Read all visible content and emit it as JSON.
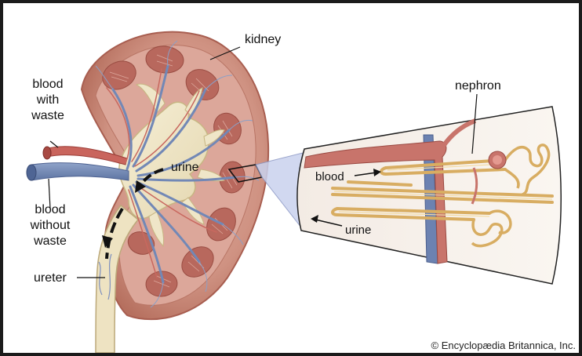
{
  "labels": {
    "kidney": "kidney",
    "blood_with_waste": "blood\nwith\nwaste",
    "blood_without_waste": "blood\nwithout\nwaste",
    "ureter": "ureter",
    "urine_kidney": "urine",
    "nephron": "nephron",
    "blood_nephron": "blood",
    "urine_nephron": "urine"
  },
  "copyright": "© Encyclopædia Britannica, Inc.",
  "colors": {
    "cortex": "#c98b7d",
    "medulla_pyramid": "#b66a5f",
    "renal_pelvis": "#efe6c8",
    "vein": "#6f86b4",
    "artery": "#c9655d",
    "nephron_tubule": "#e2b86d",
    "inset_background": "#f4efe9"
  }
}
